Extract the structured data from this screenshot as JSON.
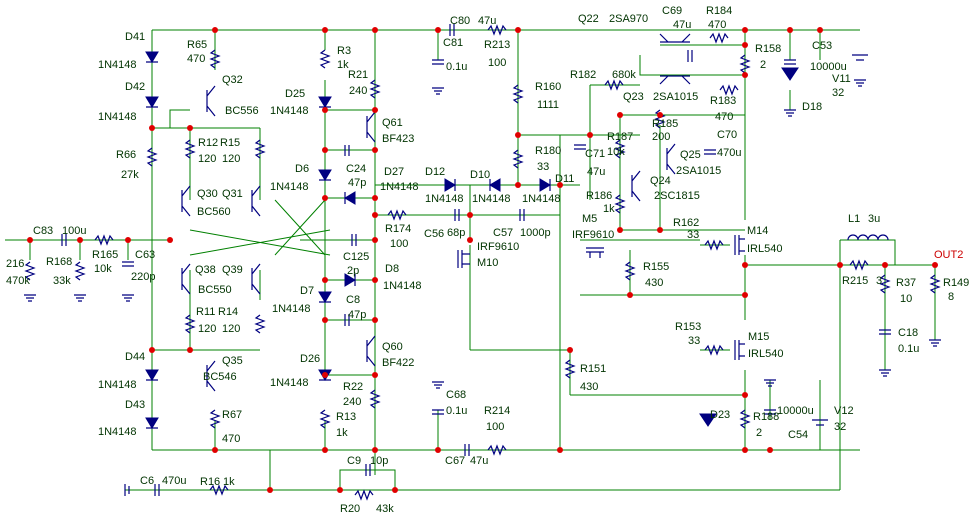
{
  "labels": {
    "D41": "D41",
    "d41v": "1N4148",
    "D42": "D42",
    "d42v": "1N4148",
    "R65": "R65",
    "r65v": "470",
    "Q32": "Q32",
    "q32v": "BC556",
    "R66": "R66",
    "r66v": "27k",
    "R12": "R12",
    "r12v": "120",
    "R15": "R15",
    "r15v": "120",
    "Q30": "Q30",
    "q30v": "BC560",
    "Q31": "Q31",
    "Q38": "Q38",
    "q38v": "BC550",
    "Q39": "Q39",
    "R11": "R11",
    "r11v": "120",
    "R14": "R14",
    "r14v": "120",
    "D44": "D44",
    "d44v": "1N4148",
    "D43": "D43",
    "d43v": "1N4148",
    "Q35": "Q35",
    "q35v": "BC546",
    "R67": "R67",
    "r67v": "470",
    "C83": "C83",
    "c83v": "100u",
    "R216": "216",
    "r216v": "470k",
    "R168": "R168",
    "r168v": "33k",
    "R165": "R165",
    "r165v": "10k",
    "C63": "C63",
    "c63v": "220p",
    "R3": "R3",
    "r3v": "1k",
    "R21": "R21",
    "r21v": "240",
    "D25": "D25",
    "d25v": "1N4148",
    "Q61": "Q61",
    "q61v": "BF423",
    "D6": "D6",
    "d6v": "1N4148",
    "C24": "C24",
    "c24v": "47p",
    "D27": "D27",
    "d27v": "1N4148",
    "R174": "R174",
    "r174v": "100",
    "C125": "C125",
    "c125v": "2p",
    "D8": "D8",
    "d8v": "1N4148",
    "D7": "D7",
    "d7v": "1N4148",
    "C8": "C8",
    "c8v": "47p",
    "Q60": "Q60",
    "q60v": "BF422",
    "D26": "D26",
    "d26v": "1N4148",
    "R22": "R22",
    "r22v": "240",
    "R13": "R13",
    "r13v": "1k",
    "C80": "C80",
    "c80v": "47u",
    "C81": "C81",
    "c81v": "0.1u",
    "R213": "R213",
    "r213v": "100",
    "R160": "R160",
    "r160v": "1111",
    "R180": "R180",
    "r180v": "33",
    "D12": "D12",
    "d12v": "1N4148",
    "D10": "D10",
    "d10v": "1N4148",
    "D11": "D11",
    "d11v": "1N4148",
    "C56": "C56",
    "c56v": "68p",
    "C57": "C57",
    "c57v": "1000p",
    "M10": "M10",
    "m10v": "IRF9610",
    "M5": "M5",
    "m5v": "IRF9610",
    "Q22": "Q22",
    "q22v": "2SA970",
    "C69": "C69",
    "c69v": "47u",
    "R184": "R184",
    "r184v": "470",
    "R158": "R158",
    "r158v": "2",
    "C53": "C53",
    "c53v": "10000u",
    "V11": "V11",
    "v11v": "32",
    "D18": "D18",
    "R182": "R182",
    "r182v": "680k",
    "Q23": "Q23",
    "q23v": "2SA1015",
    "R183": "R183",
    "r183v": "470",
    "R187": "R187",
    "r187v": "10k",
    "R185": "R185",
    "r185v": "200",
    "C70": "C70",
    "c70v": "470u",
    "C71": "C71",
    "c71v": "47u",
    "Q25": "Q25",
    "q25v": "2SA1015",
    "Q24": "Q24",
    "q24v": "2SC1815",
    "R186": "R186",
    "r186v": "1k",
    "R162": "R162",
    "r162v": "33",
    "R155": "R155",
    "r155v": "430",
    "M14": "M14",
    "m14v": "IRL540",
    "M15": "M15",
    "m15v": "IRL540",
    "R153": "R153",
    "r153v": "33",
    "R151": "R151",
    "r151v": "430",
    "D23": "D23",
    "R188": "R188",
    "r188v": "2",
    "C54": "C54",
    "c54v": "10000u",
    "V12": "V12",
    "v12v": "32",
    "C68": "C68",
    "c68v": "0.1u",
    "R214": "R214",
    "r214v": "100",
    "C67": "C67",
    "c67v": "47u",
    "L1": "L1",
    "l1v": "3u",
    "R215": "R215",
    "r215v": "3",
    "R37": "R37",
    "r37v": "10",
    "C18": "C18",
    "c18v": "0.1u",
    "R149": "R149",
    "r149v": "8",
    "OUT2": "OUT2",
    "C6": "C6",
    "c6v": "470u",
    "R16": "R16",
    "r16v": "1k",
    "C9": "C9",
    "c9v": "10p",
    "R20": "R20",
    "r20v": "43k"
  },
  "colors": {
    "wire": "#008000",
    "component": "#000080",
    "junction": "#e00000",
    "text": "#003300",
    "output": "#cc0000"
  }
}
